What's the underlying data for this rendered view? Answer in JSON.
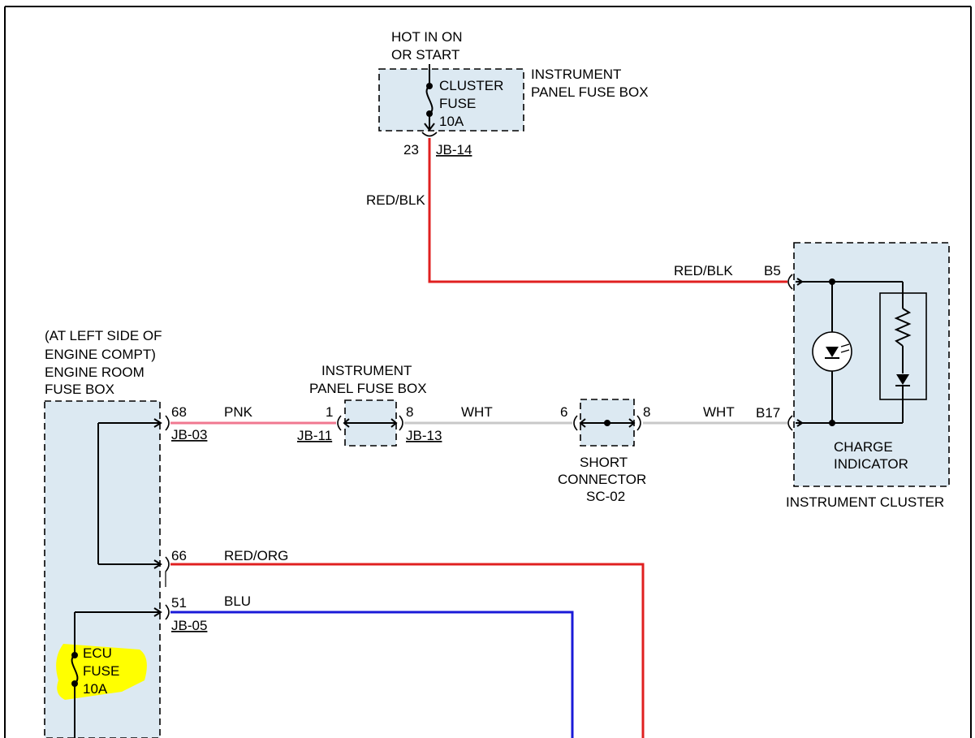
{
  "colors": {
    "red": "#e02020",
    "red_blk": "#e02020",
    "pink": "#f07890",
    "white_wire": "#c8c8c8",
    "blue": "#1a1ad8",
    "box_fill": "#dce9f2",
    "highlight": "#ffff00"
  },
  "top_source": {
    "line1": "HOT IN ON",
    "line2": "OR START"
  },
  "cluster_fuse": {
    "name1": "CLUSTER",
    "name2": "FUSE",
    "rating": "10A",
    "box_line1": "INSTRUMENT",
    "box_line2": "PANEL FUSE BOX",
    "pin": "23",
    "connector": "JB-14"
  },
  "wires": {
    "red_blk_vertical": "RED/BLK",
    "red_blk_horizontal": "RED/BLK",
    "pnk": "PNK",
    "wht_left": "WHT",
    "wht_right": "WHT",
    "red_org": "RED/ORG",
    "blu": "BLU"
  },
  "engine_room_fuse_box": {
    "line1": "(AT LEFT SIDE OF",
    "line2": "ENGINE COMPT)",
    "line3": "ENGINE ROOM",
    "line4": "FUSE BOX",
    "pin_68": "68",
    "conn_jb03": "JB-03",
    "pin_66": "66",
    "pin_51": "51",
    "conn_jb05": "JB-05",
    "ecu_fuse_name1": "ECU",
    "ecu_fuse_name2": "FUSE",
    "ecu_fuse_rating": "10A"
  },
  "ip_fuse_box_mid": {
    "line1": "INSTRUMENT",
    "line2": "PANEL FUSE BOX",
    "pin_in": "1",
    "conn_in": "JB-11",
    "pin_out": "8",
    "conn_out": "JB-13"
  },
  "short_connector": {
    "pin_in": "6",
    "pin_out": "8",
    "line1": "SHORT",
    "line2": "CONNECTOR",
    "line3": "SC-02"
  },
  "instrument_cluster": {
    "pin_b5": "B5",
    "pin_b17": "B17",
    "indicator_line1": "CHARGE",
    "indicator_line2": "INDICATOR",
    "label": "INSTRUMENT CLUSTER"
  }
}
